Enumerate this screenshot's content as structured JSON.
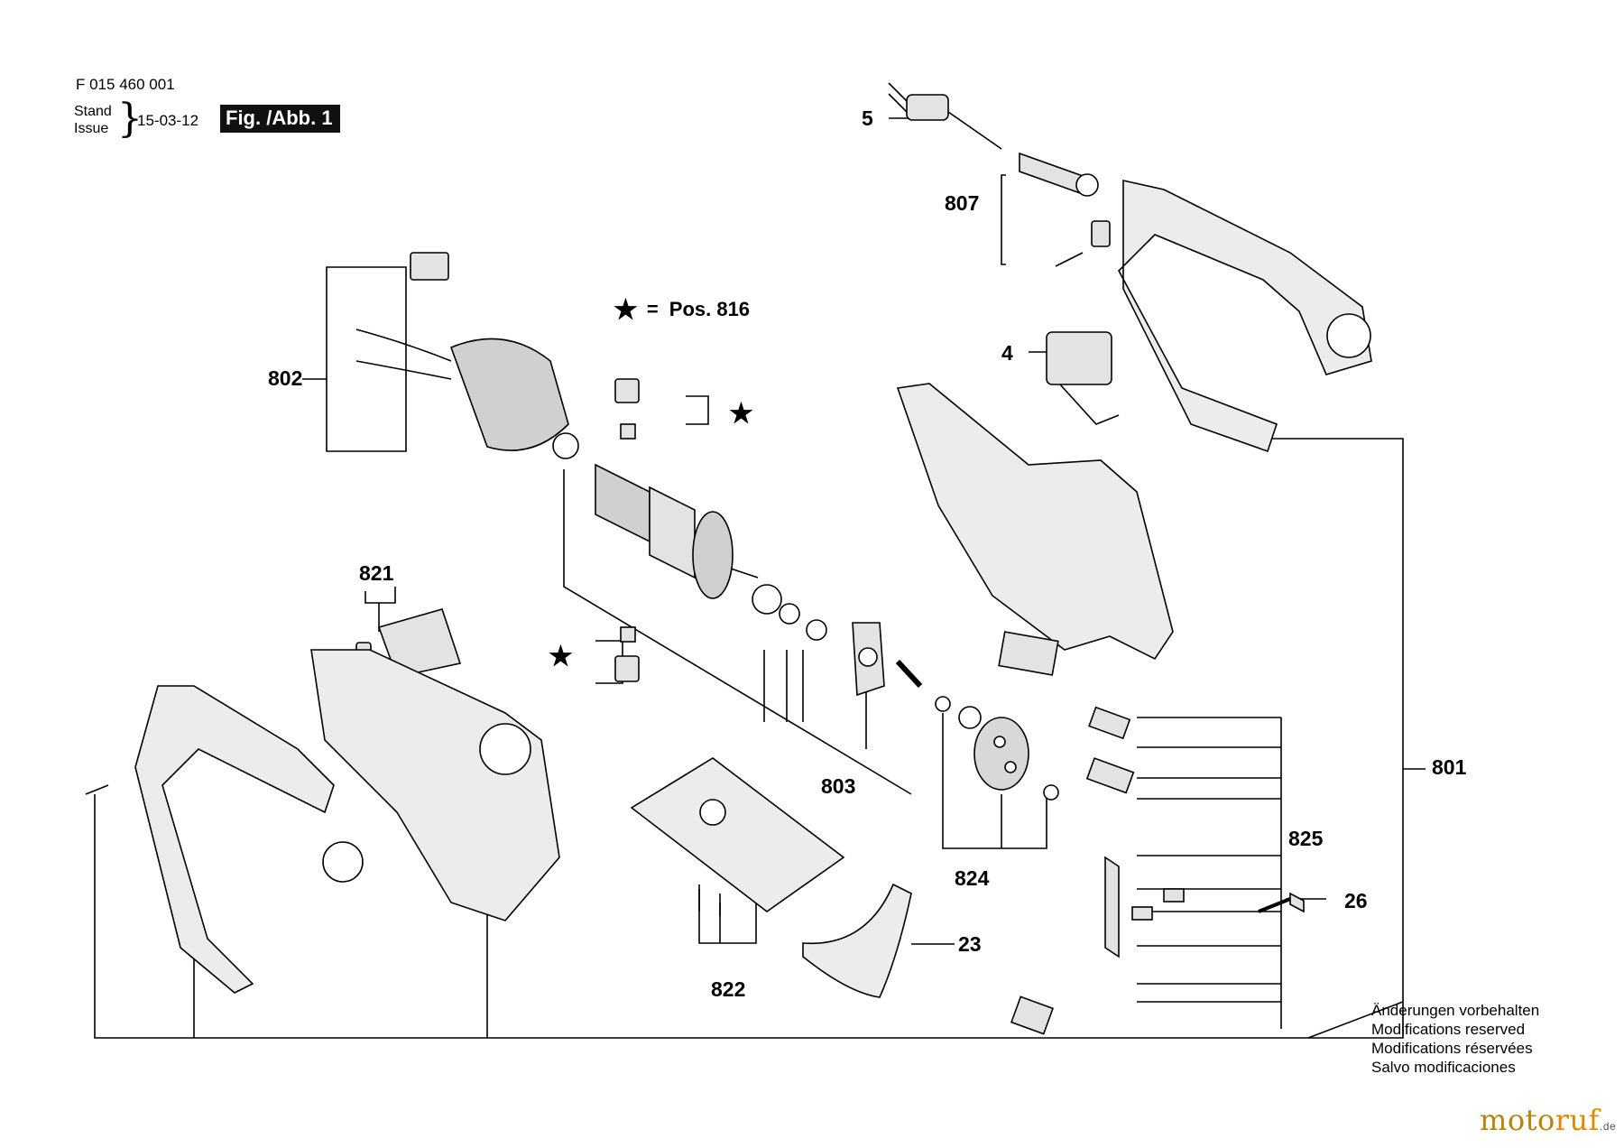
{
  "header": {
    "part_number": "F 015 460 001",
    "stand_label": "Stand",
    "issue_label": "Issue",
    "date": "15-03-12",
    "figure_label": "Fig. /Abb. 1"
  },
  "legend": {
    "symbol": "★",
    "equals": "=",
    "text": "Pos. 816"
  },
  "callouts": {
    "c5": "5",
    "c807": "807",
    "c4": "4",
    "c802": "802",
    "c821": "821",
    "c803": "803",
    "c801": "801",
    "c825": "825",
    "c824": "824",
    "c26": "26",
    "c23": "23",
    "c822": "822",
    "star_upper": "★",
    "star_lower": "★"
  },
  "notes": [
    "Änderungen vorbehalten",
    "Modifications reserved",
    "Modifications réservées",
    "Salvo modificaciones"
  ],
  "watermark": {
    "part1": "moto",
    "part2": "ruf",
    "part3": ".de"
  },
  "colors": {
    "line": "#000000",
    "part_fill": "#d9d9d9",
    "part_dark": "#5a5a5a",
    "figure_bg": "#111111"
  }
}
